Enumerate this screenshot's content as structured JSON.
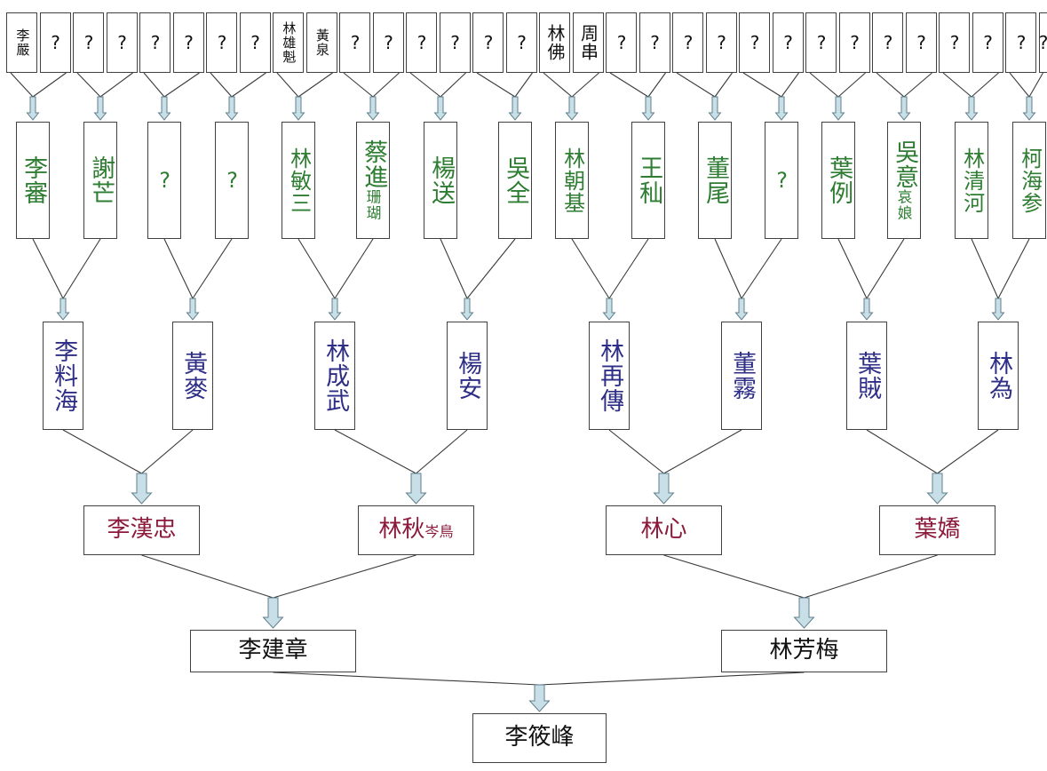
{
  "colors": {
    "line": "#3a3a3a",
    "arrow_fill": "#c9dfe8",
    "arrow_stroke": "#5f7f8c",
    "gen0_text": "#111111",
    "gen1_text": "#2e7d32",
    "gen2_text": "#2e2e86",
    "gen3_text": "#8b1a3a",
    "gen4_text": "#111111"
  },
  "generations": {
    "gen0": [
      {
        "name": "李嚴"
      },
      {
        "name": "?"
      },
      {
        "name": "?"
      },
      {
        "name": "?"
      },
      {
        "name": "?"
      },
      {
        "name": "?"
      },
      {
        "name": "?"
      },
      {
        "name": "?"
      },
      {
        "name": "林雄魁"
      },
      {
        "name": "黃泉"
      },
      {
        "name": "?"
      },
      {
        "name": "?"
      },
      {
        "name": "?"
      },
      {
        "name": "?"
      },
      {
        "name": "?"
      },
      {
        "name": "?"
      },
      {
        "name": "林佛"
      },
      {
        "name": "周串"
      },
      {
        "name": "?"
      },
      {
        "name": "?"
      },
      {
        "name": "?"
      },
      {
        "name": "?"
      },
      {
        "name": "?"
      },
      {
        "name": "?"
      },
      {
        "name": "?"
      },
      {
        "name": "?"
      },
      {
        "name": "?"
      },
      {
        "name": "?"
      },
      {
        "name": "?"
      },
      {
        "name": "?"
      },
      {
        "name": "?"
      },
      {
        "name": "?"
      }
    ],
    "gen1": [
      {
        "name": "李審"
      },
      {
        "name": "謝芒"
      },
      {
        "name": "?"
      },
      {
        "name": "?"
      },
      {
        "name": "林敏三"
      },
      {
        "name": "蔡進",
        "sub": "珊瑚"
      },
      {
        "name": "楊送"
      },
      {
        "name": "吳全"
      },
      {
        "name": "林朝基"
      },
      {
        "name": "王秈"
      },
      {
        "name": "董尾"
      },
      {
        "name": "?"
      },
      {
        "name": "葉例"
      },
      {
        "name": "吳意",
        "sub": "哀娘"
      },
      {
        "name": "林清河"
      },
      {
        "name": "柯海参"
      }
    ],
    "gen2": [
      {
        "name": "李料海"
      },
      {
        "name": "黃麥"
      },
      {
        "name": "林成武"
      },
      {
        "name": "楊安"
      },
      {
        "name": "林再傳"
      },
      {
        "name": "董霧"
      },
      {
        "name": "葉賊"
      },
      {
        "name": "林為"
      }
    ],
    "gen3": [
      {
        "name": "李漢忠"
      },
      {
        "name": "林秋",
        "sub": "岑鳥"
      },
      {
        "name": "林心"
      },
      {
        "name": "葉嬌"
      }
    ],
    "gen4": [
      {
        "name": "李建章"
      },
      {
        "name": "林芳梅"
      }
    ],
    "gen5": [
      {
        "name": "李筱峰"
      }
    ]
  }
}
